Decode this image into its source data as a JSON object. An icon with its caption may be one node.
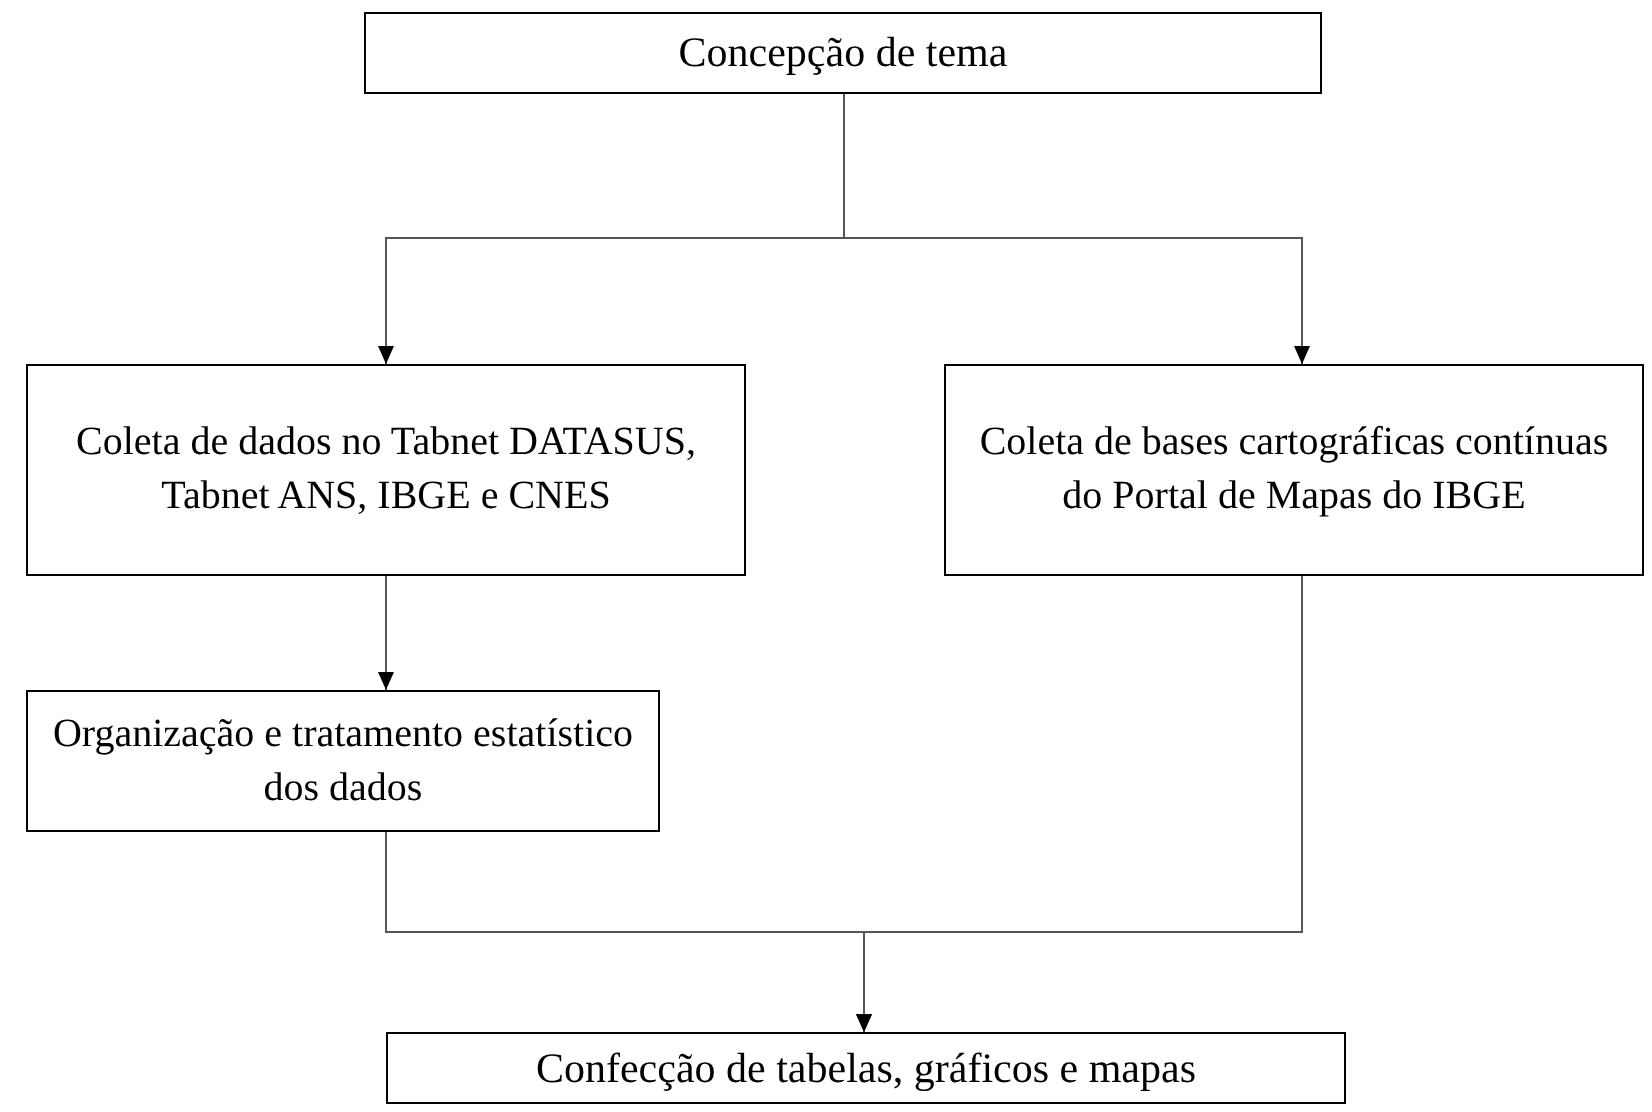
{
  "diagram": {
    "nodes": [
      {
        "text": [
          "Concepção de tema"
        ]
      },
      {
        "text": [
          "Coleta de dados no Tabnet DATASUS, Tabnet ANS, IBGE e CNES"
        ]
      },
      {
        "text": [
          "Coleta de bases cartográficas contínuas do Portal de Mapas do IBGE"
        ]
      },
      {
        "text": [
          "Organização e tratamento estatístico dos dados"
        ]
      },
      {
        "text": [
          "Confecção de tabelas, gráficos e mapas"
        ]
      }
    ],
    "edges": [
      {
        "from": 0,
        "to": 1,
        "arrow": "to"
      },
      {
        "from": 0,
        "to": 2,
        "arrow": "to"
      },
      {
        "from": 1,
        "to": 3,
        "arrow": "to"
      },
      {
        "from": 3,
        "to": 4,
        "arrow": "to"
      },
      {
        "from": 2,
        "to": 4,
        "arrow": "to"
      }
    ]
  }
}
